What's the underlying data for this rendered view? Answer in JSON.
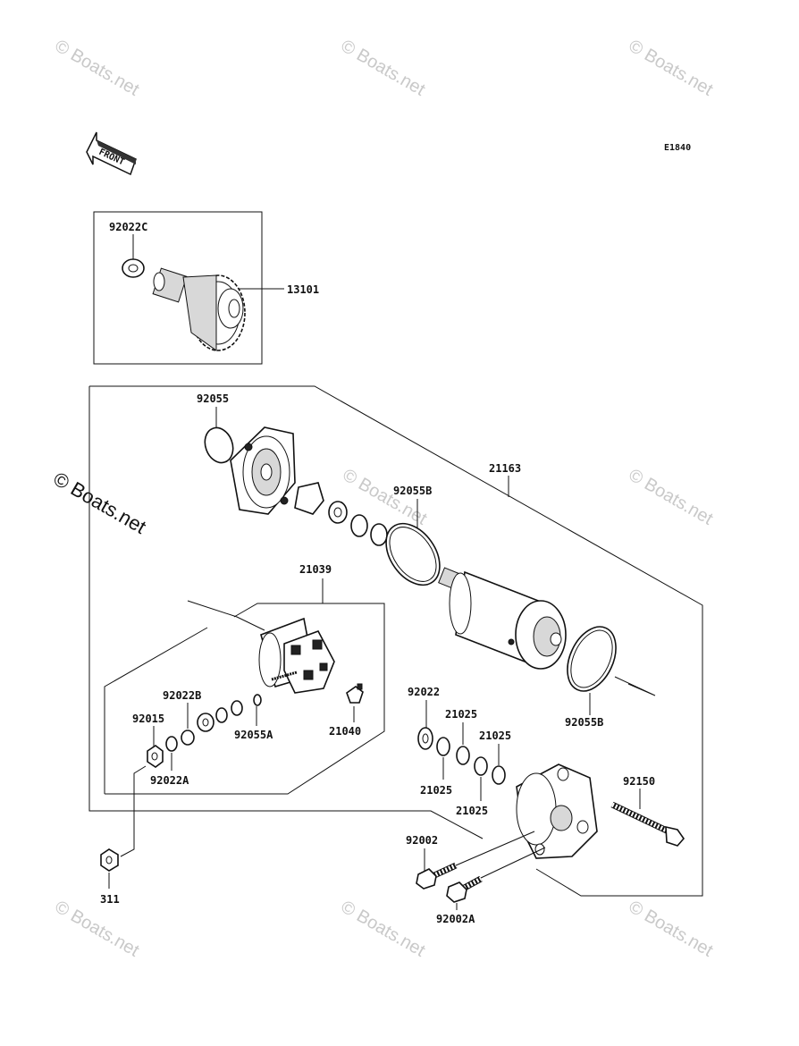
{
  "diagram_code": "E1840",
  "front_label": "FRONT",
  "watermark_text": "© Boats.net",
  "part_labels": {
    "p92022C": "92022C",
    "p13101": "13101",
    "p92055": "92055",
    "p21163": "21163",
    "p92055B_top": "92055B",
    "p21039": "21039",
    "p92022B": "92022B",
    "p92015": "92015",
    "p92055A": "92055A",
    "p21040": "21040",
    "p92022A": "92022A",
    "p92022": "92022",
    "p21025_a": "21025",
    "p21025_b": "21025",
    "p21025_c": "21025",
    "p21025_d": "21025",
    "p92055B_bottom": "92055B",
    "p92150": "92150",
    "p92002": "92002",
    "p92002A": "92002A",
    "p311": "311"
  }
}
